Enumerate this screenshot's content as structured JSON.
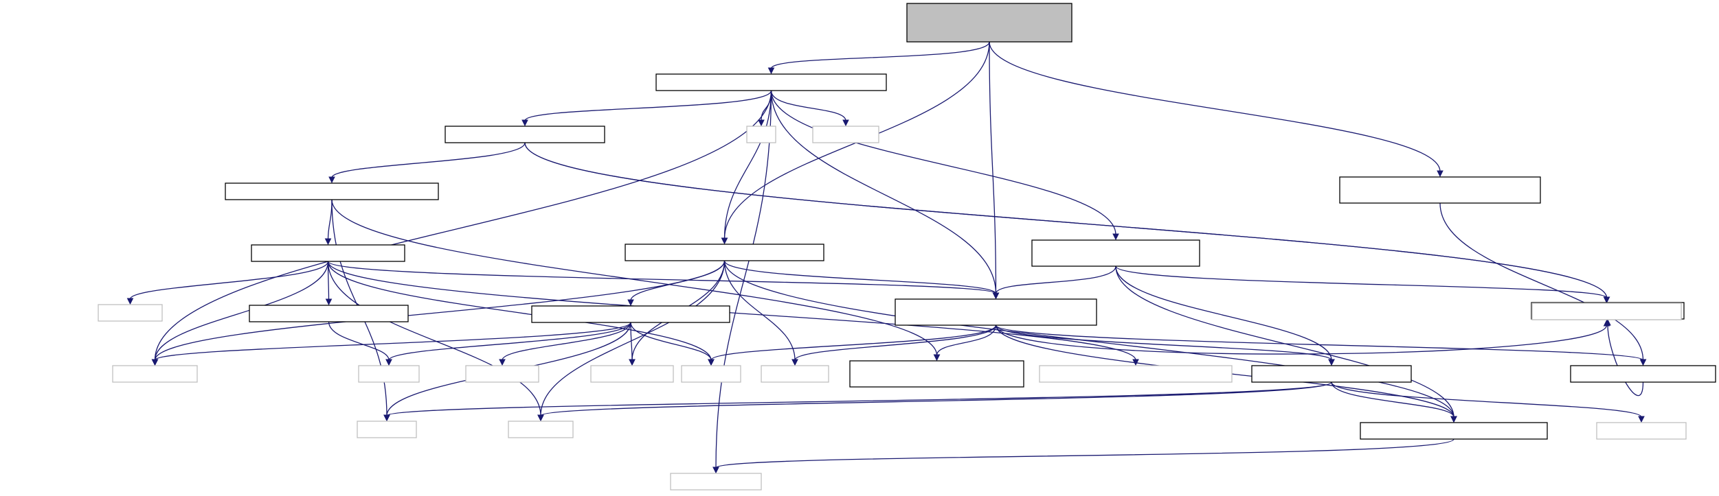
{
  "graph": {
    "nodes": [
      {
        "id": "n0",
        "kind": "root",
        "lines": [
          "",
          "",
          ""
        ]
      },
      {
        "id": "n1",
        "kind": "file",
        "lines": [
          ""
        ]
      },
      {
        "id": "n2",
        "kind": "file",
        "lines": [
          ""
        ]
      },
      {
        "id": "n3",
        "kind": "ext",
        "lines": [
          ""
        ]
      },
      {
        "id": "n4",
        "kind": "ext",
        "lines": [
          ""
        ]
      },
      {
        "id": "n5",
        "kind": "file",
        "lines": [
          ""
        ]
      },
      {
        "id": "n6",
        "kind": "file",
        "lines": [
          ""
        ]
      },
      {
        "id": "n7",
        "kind": "file",
        "lines": [
          "",
          ""
        ]
      },
      {
        "id": "n8",
        "kind": "file",
        "lines": [
          "",
          ""
        ]
      },
      {
        "id": "n9",
        "kind": "file",
        "lines": [
          ""
        ]
      },
      {
        "id": "n10",
        "kind": "file",
        "lines": [
          ""
        ]
      },
      {
        "id": "n11",
        "kind": "ext",
        "lines": [
          ""
        ]
      },
      {
        "id": "n12",
        "kind": "ext",
        "lines": [
          ""
        ]
      },
      {
        "id": "n13",
        "kind": "file",
        "lines": [
          ""
        ]
      },
      {
        "id": "n14",
        "kind": "file",
        "lines": [
          "",
          ""
        ]
      },
      {
        "id": "n15",
        "kind": "file",
        "lines": [
          ""
        ]
      },
      {
        "id": "n16",
        "kind": "ext",
        "lines": [
          ""
        ]
      },
      {
        "id": "n17",
        "kind": "ext",
        "lines": [
          ""
        ]
      },
      {
        "id": "n18",
        "kind": "ext",
        "lines": [
          ""
        ]
      },
      {
        "id": "n19",
        "kind": "ext",
        "lines": [
          ""
        ]
      },
      {
        "id": "n20",
        "kind": "ext",
        "lines": [
          ""
        ]
      },
      {
        "id": "n21",
        "kind": "ext",
        "lines": [
          ""
        ]
      },
      {
        "id": "n22",
        "kind": "file",
        "lines": [
          "",
          ""
        ]
      },
      {
        "id": "n23",
        "kind": "ext",
        "lines": [
          ""
        ]
      },
      {
        "id": "n24",
        "kind": "file",
        "lines": [
          ""
        ]
      },
      {
        "id": "n25",
        "kind": "file",
        "lines": [
          ""
        ]
      },
      {
        "id": "n26",
        "kind": "ext",
        "lines": [
          ""
        ]
      },
      {
        "id": "n27",
        "kind": "ext",
        "lines": [
          ""
        ]
      },
      {
        "id": "n28",
        "kind": "ext",
        "lines": [
          ""
        ]
      },
      {
        "id": "n29",
        "kind": "file",
        "lines": [
          ""
        ]
      },
      {
        "id": "n30",
        "kind": "ext",
        "lines": [
          ""
        ]
      },
      {
        "id": "n31",
        "kind": "ext",
        "lines": [
          ""
        ]
      }
    ],
    "edges": [
      [
        "n0",
        "n1"
      ],
      [
        "n0",
        "n10"
      ],
      [
        "n0",
        "n14"
      ],
      [
        "n0",
        "n5"
      ],
      [
        "n1",
        "n2"
      ],
      [
        "n1",
        "n3"
      ],
      [
        "n1",
        "n4"
      ],
      [
        "n1",
        "n7"
      ],
      [
        "n1",
        "n10"
      ],
      [
        "n1",
        "n14"
      ],
      [
        "n1",
        "n16"
      ],
      [
        "n1",
        "n31"
      ],
      [
        "n2",
        "n6"
      ],
      [
        "n2",
        "n17"
      ],
      [
        "n2",
        "n23"
      ],
      [
        "n6",
        "n9"
      ],
      [
        "n6",
        "n26"
      ],
      [
        "n6",
        "n22"
      ],
      [
        "n9",
        "n11"
      ],
      [
        "n9",
        "n12"
      ],
      [
        "n9",
        "n13"
      ],
      [
        "n9",
        "n16"
      ],
      [
        "n9",
        "n14"
      ],
      [
        "n9",
        "n20"
      ],
      [
        "n9",
        "n27"
      ],
      [
        "n13",
        "n19"
      ],
      [
        "n10",
        "n15"
      ],
      [
        "n10",
        "n14"
      ],
      [
        "n10",
        "n18"
      ],
      [
        "n10",
        "n21"
      ],
      [
        "n10",
        "n16"
      ],
      [
        "n10",
        "n25"
      ],
      [
        "n10",
        "n27"
      ],
      [
        "n15",
        "n16"
      ],
      [
        "n15",
        "n19"
      ],
      [
        "n15",
        "n28"
      ],
      [
        "n15",
        "n18"
      ],
      [
        "n15",
        "n20"
      ],
      [
        "n15",
        "n26"
      ],
      [
        "n7",
        "n14"
      ],
      [
        "n7",
        "n24"
      ],
      [
        "n7",
        "n17"
      ],
      [
        "n7",
        "n25"
      ],
      [
        "n14",
        "n20"
      ],
      [
        "n14",
        "n21"
      ],
      [
        "n14",
        "n22"
      ],
      [
        "n14",
        "n23"
      ],
      [
        "n14",
        "n24"
      ],
      [
        "n14",
        "n25"
      ],
      [
        "n14",
        "n29"
      ],
      [
        "n24",
        "n30"
      ],
      [
        "n24",
        "n25"
      ],
      [
        "n24",
        "n26"
      ],
      [
        "n24",
        "n27"
      ],
      [
        "n25",
        "n31"
      ],
      [
        "n5",
        "n29"
      ],
      [
        "n29",
        "n8"
      ]
    ]
  }
}
